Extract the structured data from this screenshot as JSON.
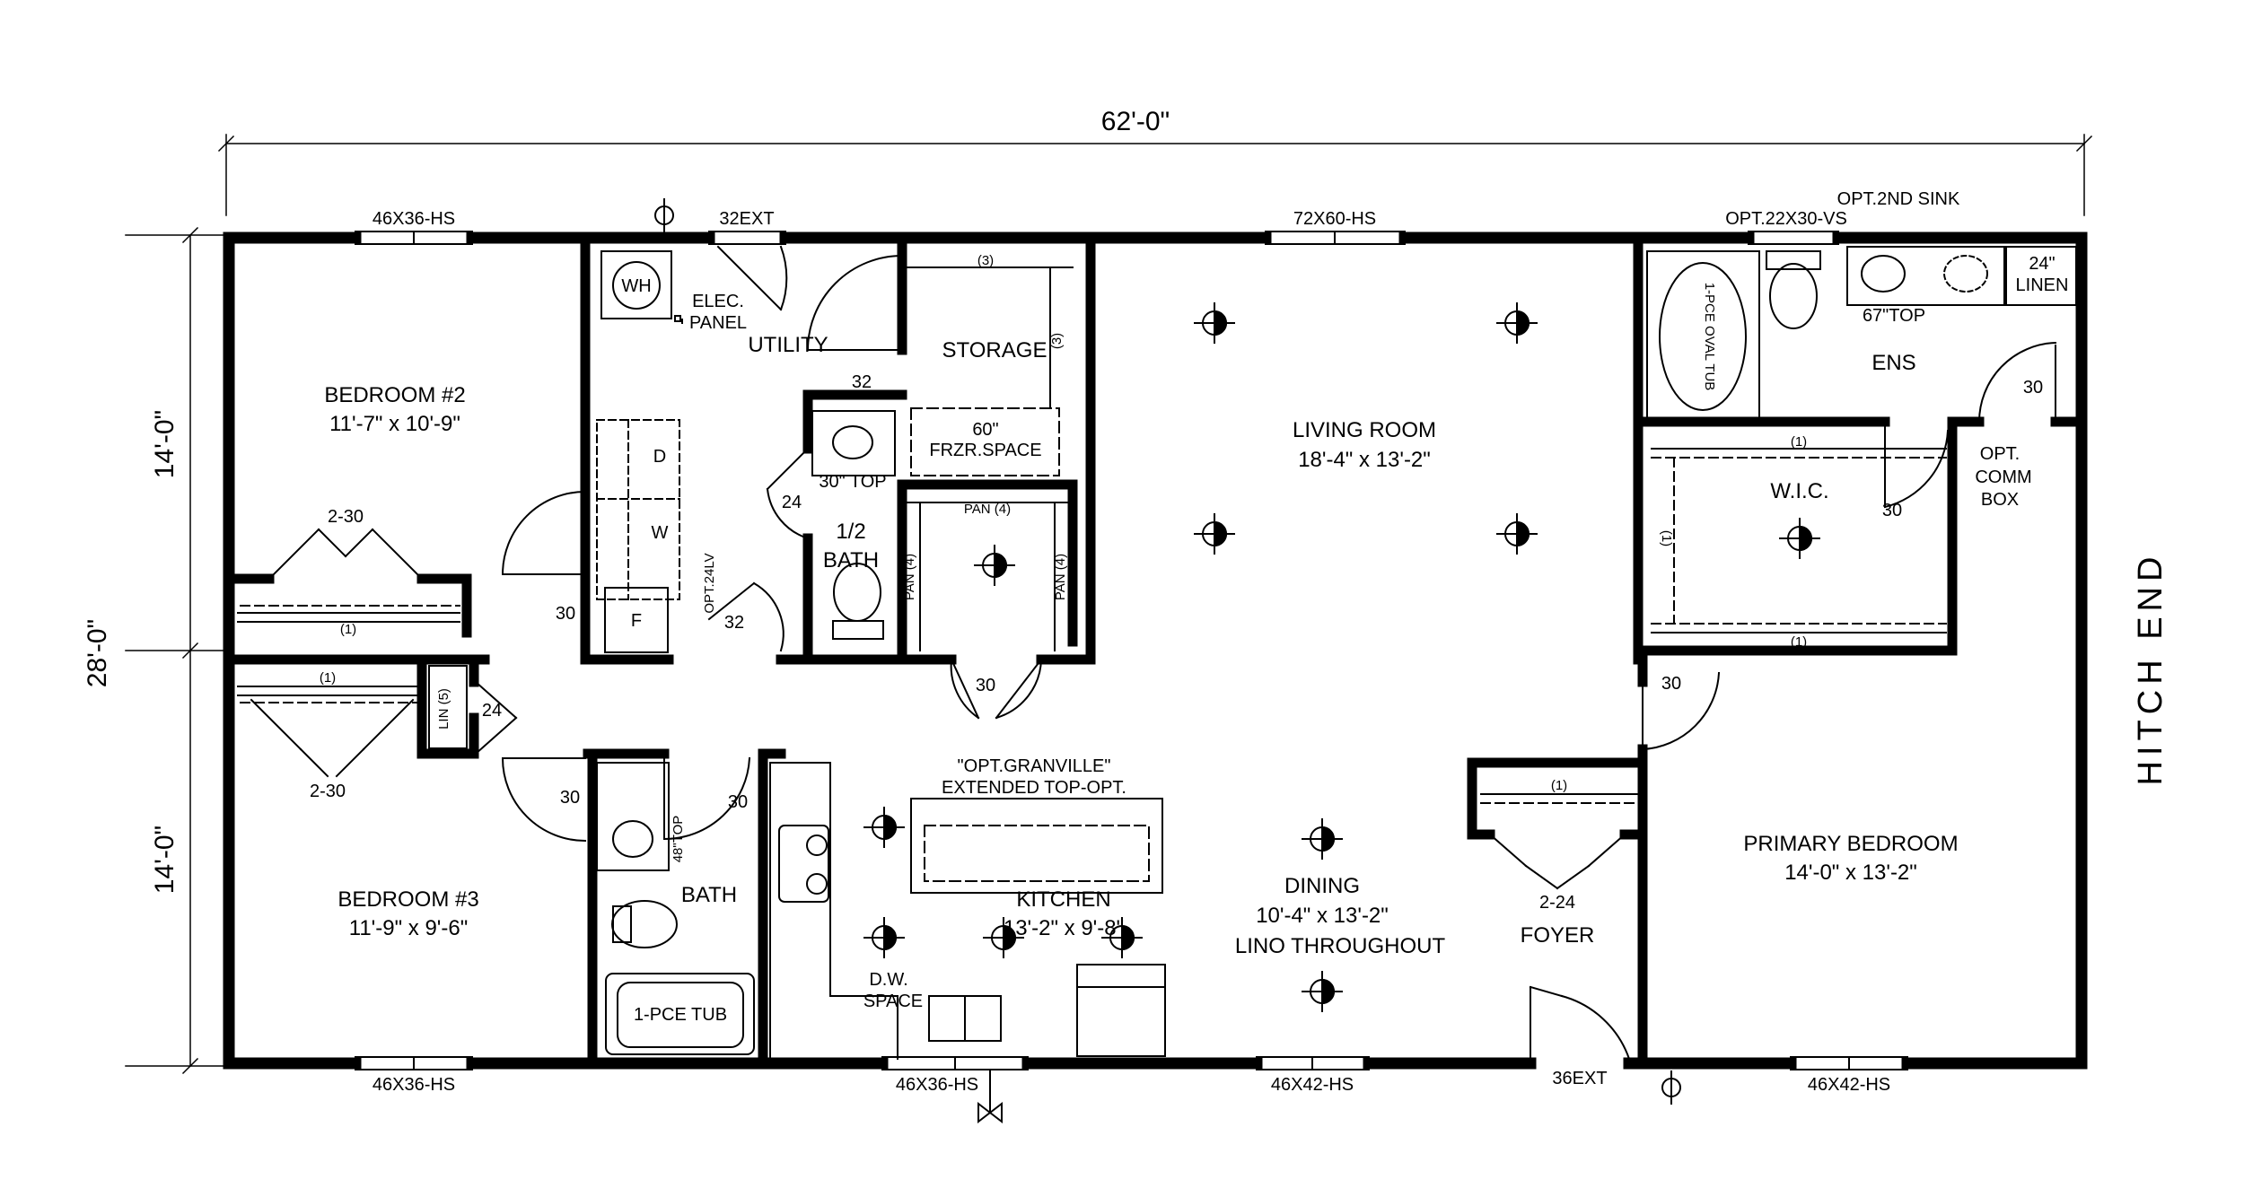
{
  "dimensions": {
    "overall_width": "62'-0\"",
    "overall_depth": "28'-0\"",
    "half_depth_top": "14'-0\"",
    "half_depth_bottom": "14'-0\"",
    "hitch_end": "HITCH END"
  },
  "rooms": {
    "bedroom2": {
      "name": "BEDROOM #2",
      "size": "11'-7\" x 10'-9\""
    },
    "bedroom3": {
      "name": "BEDROOM #3",
      "size": "11'-9\" x 9'-6\""
    },
    "living": {
      "name": "LIVING ROOM",
      "size": "18'-4\" x 13'-2\""
    },
    "dining": {
      "name": "DINING",
      "size": "10'-4\" x 13'-2\"",
      "note": "LINO THROUGHOUT"
    },
    "kitchen": {
      "name": "KITCHEN",
      "size": "13'-2\" x 9'-8\""
    },
    "primary": {
      "name": "PRIMARY BEDROOM",
      "size": "14'-0\" x 13'-2\""
    },
    "utility": {
      "name": "UTILITY"
    },
    "storage": {
      "name": "STORAGE"
    },
    "half_bath": {
      "name_line1": "1/2",
      "name_line2": "BATH"
    },
    "bath": {
      "name": "BATH"
    },
    "ens": {
      "name": "ENS"
    },
    "wic": {
      "name": "W.I.C."
    },
    "foyer": {
      "name": "FOYER"
    }
  },
  "windows": {
    "w1": "46X36-HS",
    "w2": "72X60-HS",
    "w3": "OPT.22X30-VS",
    "w4": "46X36-HS",
    "w5": "46X36-HS",
    "w6": "46X42-HS",
    "w7": "46X42-HS"
  },
  "doors": {
    "ext_top": "32EXT",
    "ext_bottom": "36EXT",
    "utility": "32",
    "utility2": "32",
    "halfbath": "24",
    "storage_pan": "30",
    "hall_br2": "30",
    "hall_br3": "30",
    "bath": "30",
    "lin": "24",
    "primary": "30",
    "ens": "30",
    "wic": "30",
    "closet_br2": "2-30",
    "closet_br3": "2-30",
    "foyer_closet": "2-24"
  },
  "labels": {
    "wh": "WH",
    "elec": "ELEC.",
    "panel": "PANEL",
    "d": "D",
    "w": "W",
    "f": "F",
    "opt24lv": "OPT.24LV",
    "frzr1": "60\"",
    "frzr2": "FRZR.SPACE",
    "top30": "30\" TOP",
    "top48": "48\"TOP",
    "pan4": "PAN (4)",
    "pan4v1": "PAN (4)",
    "pan4v2": "PAN (4)",
    "shelf3": "(3)",
    "shelf3v": "(3)",
    "shelf1_br2": "(1)",
    "shelf1_br3": "(1)",
    "shelf1_wic_top": "(1)",
    "shelf1_wic_bottom": "(1)",
    "shelf1_wic_side": "(1)",
    "shelf1_foyer": "(1)",
    "lin5": "LIN (5)",
    "tub": "1-PCE TUB",
    "ovaltub": "1-PCE OVAL TUB",
    "opt2ndsink": "OPT.2ND SINK",
    "top67": "67\"TOP",
    "linen1": "24\"",
    "linen2": "LINEN",
    "optcomm1": "OPT.",
    "optcomm2": "COMM",
    "optcomm3": "BOX",
    "granville1": "\"OPT.GRANVILLE\"",
    "granville2": "EXTENDED TOP-OPT.",
    "dw1": "D.W.",
    "dw2": "SPACE"
  }
}
